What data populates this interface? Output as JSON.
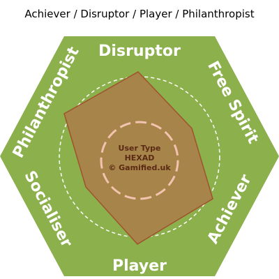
{
  "title": "Achiever / Disruptor / Player / Philanthropist",
  "hexagon": {
    "fill_color": "#8cb04c",
    "label_color": "#ffffff",
    "labels": {
      "top": "Disruptor",
      "top_right": "Free Spirit",
      "bottom_right": "Achiever",
      "bottom": "Player",
      "bottom_left": "Socialiser",
      "top_left": "Philanthropist"
    }
  },
  "profile_polygon": {
    "fill_color": "#a6844a",
    "stroke_color": "#a0522d",
    "outer_dashed_circle_color": "#ffffff",
    "inner_dashed_circle_color": "#f2c4b0"
  },
  "center": {
    "line1": "User Type",
    "line2": "HEXAD",
    "line3": "© Gamified.uk",
    "text_color": "#5a2a14"
  }
}
